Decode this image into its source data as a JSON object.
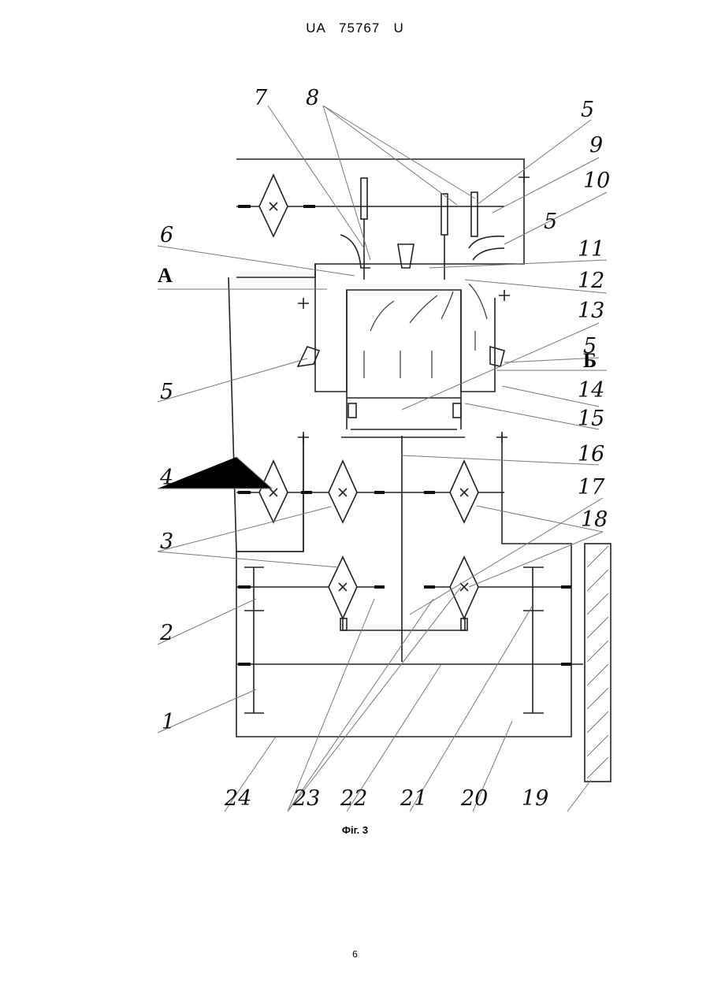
{
  "document": {
    "header": "UA   75767   U",
    "caption": "Фіг. 3",
    "page_number": "6"
  },
  "figure": {
    "reference_numbers": [
      "1",
      "2",
      "3",
      "4",
      "5",
      "5",
      "5",
      "5",
      "6",
      "7",
      "8",
      "9",
      "10",
      "11",
      "12",
      "13",
      "14",
      "15",
      "16",
      "17",
      "18",
      "19",
      "20",
      "21",
      "22",
      "23",
      "24"
    ],
    "region_letters": [
      "А",
      "Б"
    ]
  }
}
